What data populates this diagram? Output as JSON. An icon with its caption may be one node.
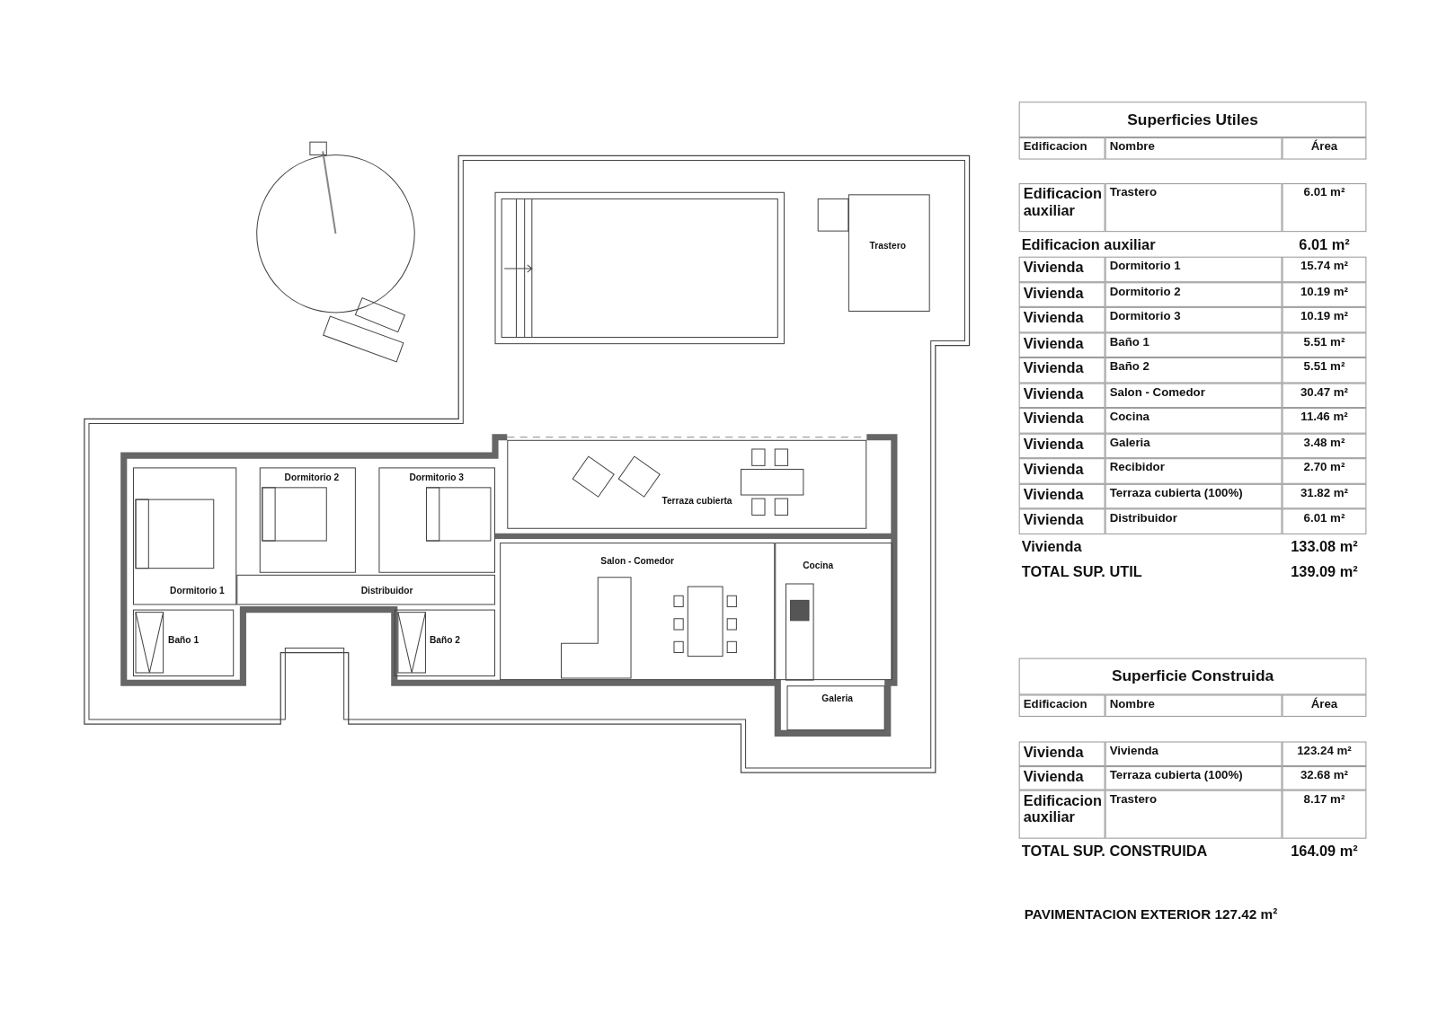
{
  "diagram": {
    "nodes": [
      {
        "text": [
          "Trastero"
        ]
      },
      {
        "text": [
          "Dormitorio 2"
        ]
      },
      {
        "text": [
          "Dormitorio 3"
        ]
      },
      {
        "text": [
          "Terraza cubierta"
        ]
      },
      {
        "text": [
          "Salon - Comedor"
        ]
      },
      {
        "text": [
          "Cocina"
        ]
      },
      {
        "text": [
          "Dormitorio 1"
        ]
      },
      {
        "text": [
          "Distribuidor"
        ]
      },
      {
        "text": [
          "Baño 1"
        ]
      },
      {
        "text": [
          "Baño 2"
        ]
      },
      {
        "text": [
          "Galeria"
        ]
      }
    ],
    "labels": [
      "Superficies Utiles",
      "Edificacion",
      "Nombre",
      "Área",
      "Edificacion auxiliar",
      "Trastero",
      "6.01 m²",
      "Edificacion auxiliar",
      "6.01 m²",
      "Vivienda",
      "Dormitorio 1",
      "15.74 m²",
      "Vivienda",
      "Dormitorio 2",
      "10.19 m²",
      "Vivienda",
      "Dormitorio 3",
      "10.19 m²",
      "Vivienda",
      "Baño 1",
      "5.51 m²",
      "Vivienda",
      "Baño 2",
      "5.51 m²",
      "Vivienda",
      "Salon - Comedor",
      "30.47 m²",
      "Vivienda",
      "Cocina",
      "11.46 m²",
      "Vivienda",
      "Galeria",
      "3.48 m²",
      "Vivienda",
      "Recibidor",
      "2.70 m²",
      "Vivienda",
      "Terraza cubierta (100%)",
      "31.82 m²",
      "Vivienda",
      "Distribuidor",
      "6.01 m²",
      "Vivienda",
      "133.08 m²",
      "TOTAL SUP. UTIL",
      "139.09 m²",
      "Superficie Construida",
      "Edificacion",
      "Nombre",
      "Área",
      "Vivienda",
      "Vivienda",
      "123.24 m²",
      "Vivienda",
      "Terraza cubierta (100%)",
      "32.68 m²",
      "Edificacion auxiliar",
      "Trastero",
      "8.17 m²",
      "TOTAL SUP. CONSTRUIDA",
      "164.09 m²",
      "PAVIMENTACION EXTERIOR 127.42 m²"
    ]
  }
}
